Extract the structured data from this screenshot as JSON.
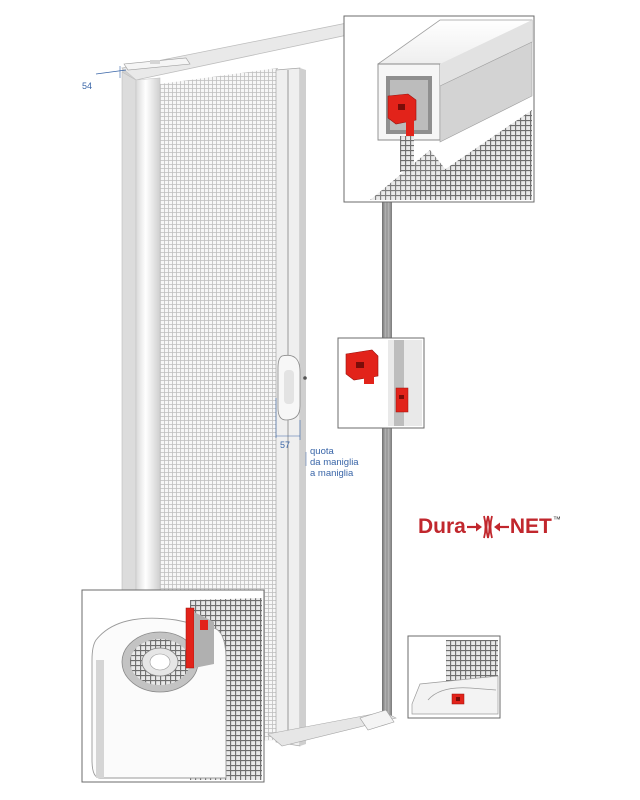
{
  "dimensions": {
    "top_width": "54",
    "handle_offset": "57"
  },
  "handle_note": {
    "line1": "quota",
    "line2": "da maniglia",
    "line3": "a maniglia"
  },
  "logo": {
    "part1": "Dura",
    "part2": "NET",
    "trademark": "™",
    "color": "#c1272d"
  },
  "accent_colors": {
    "red_component": "#e2231a",
    "frame": "#f2f2f2",
    "mesh": "#8a8a8a"
  }
}
